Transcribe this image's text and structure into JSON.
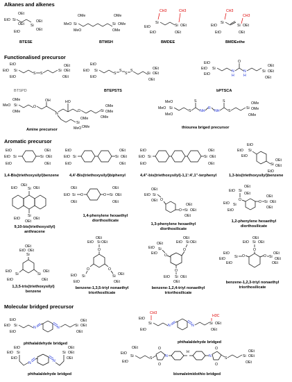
{
  "sections": {
    "alkanes": "Alkanes and alkenes",
    "functional": "Functionalised precursor",
    "aromatic": "Aromatic precursor",
    "molecular": "Molecular bridged precursor"
  },
  "labels": {
    "btese": "BTESE",
    "btmsh": "BTMSH",
    "bmdee": "BMDEE",
    "bmdeethe": "BMDEethe",
    "btspd": "BTSPD",
    "btepsts": "BTEPSTS",
    "bptsca": "bPTSCA",
    "amine": "Amine precursor",
    "thiourea": "thiourea briged precursor",
    "benz14": "1,4-Bis(triethoxysilyl)benzene",
    "biphenyl": "4,4'-Bis(triethoxysilyl)biphenyl",
    "terphenyl": "4,4''-bis(triethoxysilyl)-1,1':4',1''-terphenyl",
    "benz13": "1,3-bis(triethoxysilyl)benzene",
    "anthracene_1": "9,10-bis(triethoxysilyl)",
    "anthracene_2": "anthracene",
    "phen14_1": "1,4-phenylene hexaethyl",
    "phen14_2": "diorthosilicate",
    "phen13_1": "1,3-phenylene hexaethyl",
    "phen13_2": "diorthosilicate",
    "phen12_1": "1,2-phenylene hexaethyl",
    "phen12_2": "diorthosilicate",
    "tris135_1": "1,3,5-tris(triethoxysilyl)",
    "tris135_2": "benzene",
    "triyl135_1": "benzene-1,3,5-triyl nonaethyl",
    "triyl135_2": "triorthosilicate",
    "triyl124_1": "benzene-1,2,4-triyl nonaethyl",
    "triyl124_2": "triorthosilicate",
    "triyl123_1": "benzene-1,2,3-triyl nonaethyl",
    "triyl123_2": "triorthosilicate",
    "phthal1": "phthalaldehyde bridged",
    "phthal2": "phthalaldehyde bridged",
    "phthal3": "phthalaldehyde bridged",
    "bismal": "bismaleimidothio bridged"
  },
  "atoms": {
    "OEt": "OEt",
    "EtO": "EtO",
    "OMe": "OMe",
    "MeO": "MeO",
    "Si": "Si",
    "O": "O",
    "S": "S",
    "N": "N",
    "NH": "NH",
    "H": "H",
    "R": "R",
    "OH": "OH",
    "HO": "HO",
    "CH3": "CH3",
    "H3C": "H3C"
  }
}
